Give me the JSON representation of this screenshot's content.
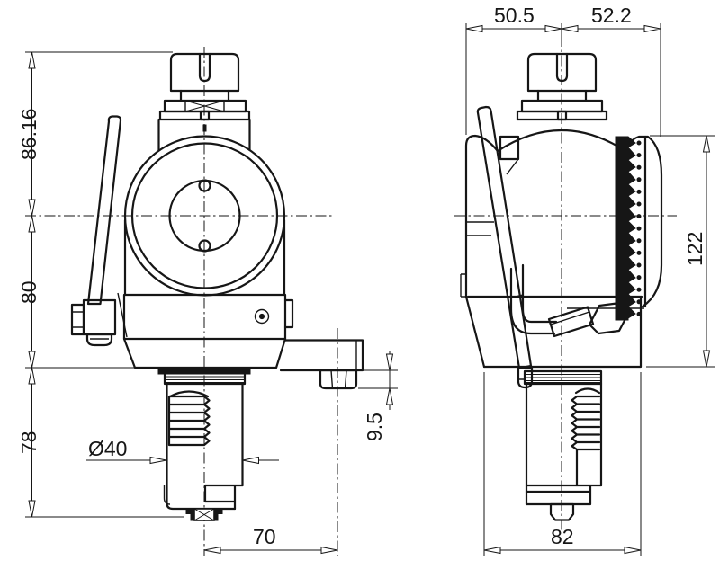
{
  "drawing": {
    "background": "#ffffff",
    "line_color": "#161616",
    "views": {
      "front": {
        "label": "front-view",
        "dims": {
          "height_upper": "86.16",
          "height_middle": "80",
          "height_lower": "78",
          "shank_diameter": "Ø40",
          "center_offset": "70",
          "stud_height": "9.5"
        }
      },
      "side": {
        "label": "side-view",
        "dims": {
          "width_left": "50.5",
          "width_right": "52.2",
          "overall_height": "122",
          "base_width": "82"
        }
      }
    }
  }
}
